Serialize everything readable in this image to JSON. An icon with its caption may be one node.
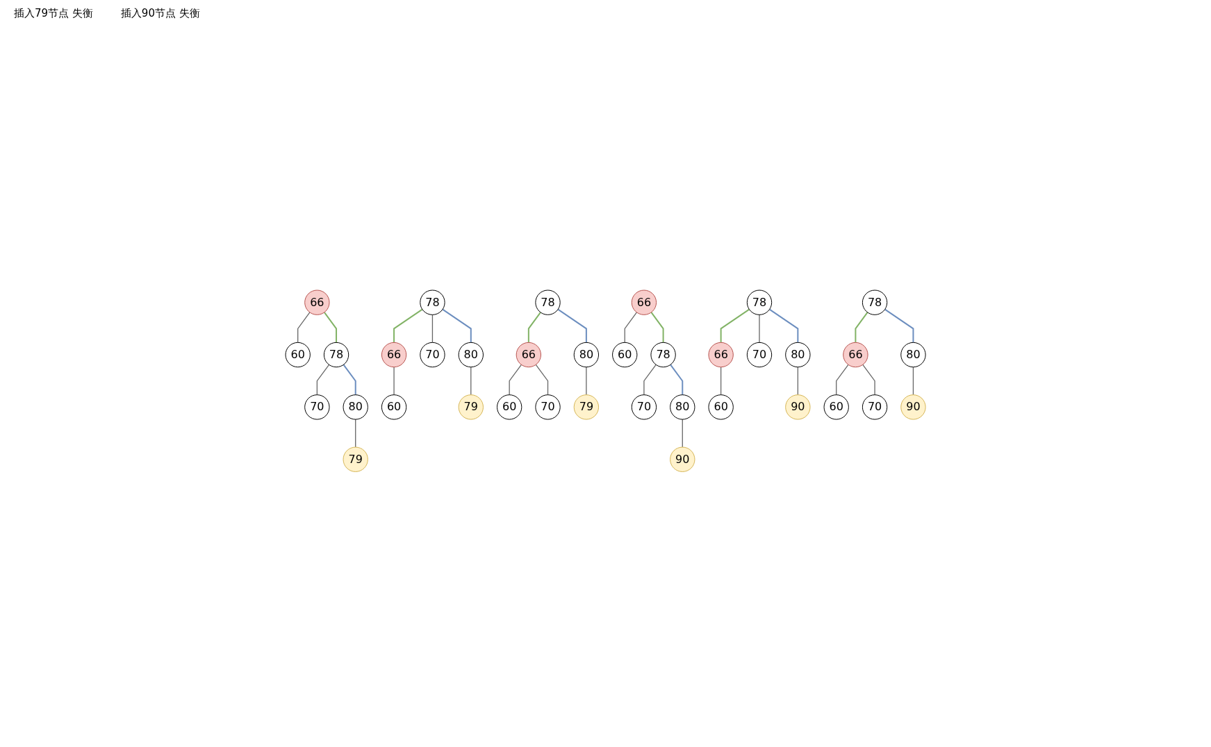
{
  "diagram": {
    "nodes": [
      {
        "text": [
          "66"
        ]
      },
      {
        "text": [
          "60"
        ]
      },
      {
        "text": [
          "78"
        ]
      },
      {
        "text": [
          "70"
        ]
      },
      {
        "text": [
          "80"
        ]
      },
      {
        "text": [
          "79"
        ]
      },
      {
        "text": [
          "78"
        ]
      },
      {
        "text": [
          "66"
        ]
      },
      {
        "text": [
          "70"
        ]
      },
      {
        "text": [
          "80"
        ]
      },
      {
        "text": [
          "60"
        ]
      },
      {
        "text": [
          "79"
        ]
      },
      {
        "text": [
          "78"
        ]
      },
      {
        "text": [
          "66"
        ]
      },
      {
        "text": [
          "80"
        ]
      },
      {
        "text": [
          "60"
        ]
      },
      {
        "text": [
          "70"
        ]
      },
      {
        "text": [
          "79"
        ]
      },
      {
        "text": [
          "66"
        ]
      },
      {
        "text": [
          "60"
        ]
      },
      {
        "text": [
          "78"
        ]
      },
      {
        "text": [
          "70"
        ]
      },
      {
        "text": [
          "80"
        ]
      },
      {
        "text": [
          "90"
        ]
      },
      {
        "text": [
          "78"
        ]
      },
      {
        "text": [
          "66"
        ]
      },
      {
        "text": [
          "70"
        ]
      },
      {
        "text": [
          "80"
        ]
      },
      {
        "text": [
          "60"
        ]
      },
      {
        "text": [
          "90"
        ]
      },
      {
        "text": [
          "78"
        ]
      },
      {
        "text": [
          "66"
        ]
      },
      {
        "text": [
          "80"
        ]
      },
      {
        "text": [
          "60"
        ]
      },
      {
        "text": [
          "70"
        ]
      },
      {
        "text": [
          "90"
        ]
      }
    ],
    "edges": [
      {
        "from": 0,
        "to": 1,
        "arrow": "none"
      },
      {
        "from": 0,
        "to": 2,
        "arrow": "none",
        "color": "#82b366"
      },
      {
        "from": 2,
        "to": 3,
        "arrow": "none"
      },
      {
        "from": 2,
        "to": 4,
        "arrow": "none",
        "color": "#6c8ebf"
      },
      {
        "from": 4,
        "to": 5,
        "arrow": "none"
      },
      {
        "from": 6,
        "to": 7,
        "arrow": "none",
        "color": "#82b366"
      },
      {
        "from": 6,
        "to": 8,
        "arrow": "none"
      },
      {
        "from": 6,
        "to": 9,
        "arrow": "none",
        "color": "#6c8ebf"
      },
      {
        "from": 7,
        "to": 10,
        "arrow": "none"
      },
      {
        "from": 9,
        "to": 11,
        "arrow": "none"
      },
      {
        "from": 12,
        "to": 13,
        "arrow": "none",
        "color": "#82b366"
      },
      {
        "from": 12,
        "to": 14,
        "arrow": "none",
        "color": "#6c8ebf"
      },
      {
        "from": 13,
        "to": 15,
        "arrow": "none"
      },
      {
        "from": 13,
        "to": 16,
        "arrow": "none"
      },
      {
        "from": 14,
        "to": 17,
        "arrow": "none"
      },
      {
        "from": 18,
        "to": 19,
        "arrow": "none"
      },
      {
        "from": 18,
        "to": 20,
        "arrow": "none",
        "color": "#82b366"
      },
      {
        "from": 20,
        "to": 21,
        "arrow": "none"
      },
      {
        "from": 20,
        "to": 22,
        "arrow": "none",
        "color": "#6c8ebf"
      },
      {
        "from": 22,
        "to": 23,
        "arrow": "none"
      },
      {
        "from": 24,
        "to": 25,
        "arrow": "none",
        "color": "#82b366"
      },
      {
        "from": 24,
        "to": 26,
        "arrow": "none"
      },
      {
        "from": 24,
        "to": 27,
        "arrow": "none",
        "color": "#6c8ebf"
      },
      {
        "from": 25,
        "to": 28,
        "arrow": "none"
      },
      {
        "from": 27,
        "to": 29,
        "arrow": "none"
      },
      {
        "from": 30,
        "to": 31,
        "arrow": "none",
        "color": "#82b366"
      },
      {
        "from": 30,
        "to": 32,
        "arrow": "none",
        "color": "#6c8ebf"
      },
      {
        "from": 31,
        "to": 33,
        "arrow": "none"
      },
      {
        "from": 31,
        "to": 34,
        "arrow": "none"
      },
      {
        "from": 32,
        "to": 35,
        "arrow": "none"
      }
    ],
    "labels": [
      "插入79节点 失衡",
      "插入90节点 失衡"
    ]
  }
}
